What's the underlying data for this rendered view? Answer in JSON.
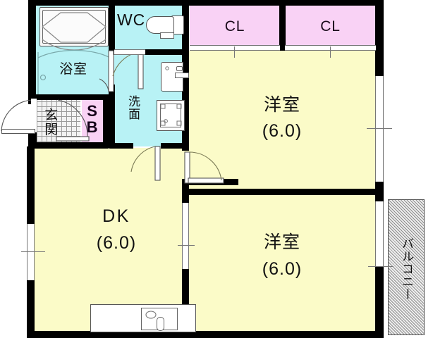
{
  "plan": {
    "title": "Japanese apartment floor plan",
    "palette": {
      "room_yellow": "#fbfbc8",
      "wet_cyan": "#b8f2f5",
      "closet_pink": "#f9d2f5",
      "entrance_gray": "#f2f2f2",
      "balcony_gray": "#eeeeee",
      "wall_black": "#000000",
      "text_dark": "#111111"
    },
    "rooms": [
      {
        "id": "bath",
        "label": "浴室",
        "area": "",
        "fill": "wet_cyan"
      },
      {
        "id": "wc",
        "label": "WC",
        "area": "",
        "fill": "wet_cyan"
      },
      {
        "id": "washroom",
        "label": "洗面",
        "area": "",
        "fill": "wet_cyan"
      },
      {
        "id": "entrance",
        "label": "玄関",
        "area": "",
        "fill": "entrance_gray"
      },
      {
        "id": "shoebox",
        "label": "SB",
        "area": "",
        "fill": "closet_pink"
      },
      {
        "id": "closet1",
        "label": "CL",
        "area": "",
        "fill": "closet_pink"
      },
      {
        "id": "closet2",
        "label": "CL",
        "area": "",
        "fill": "closet_pink"
      },
      {
        "id": "western1",
        "label": "洋室",
        "area": "(6.0)",
        "fill": "room_yellow"
      },
      {
        "id": "western2",
        "label": "洋室",
        "area": "(6.0)",
        "fill": "room_yellow"
      },
      {
        "id": "dk",
        "label": "DK",
        "area": "(6.0)",
        "fill": "room_yellow"
      },
      {
        "id": "balcony",
        "label": "バルコニー",
        "area": "",
        "fill": "balcony_gray"
      }
    ],
    "labels": {
      "bath": "浴室",
      "wc": "WC",
      "washroom_line1": "洗",
      "washroom_line2": "面",
      "entrance_line1": "玄",
      "entrance_line2": "関",
      "shoebox": "SB",
      "closet_left": "CL",
      "closet_right": "CL",
      "western_top_name": "洋室",
      "western_top_area": "(6.0)",
      "western_bottom_name": "洋室",
      "western_bottom_area": "(6.0)",
      "dk_name": "DK",
      "dk_area": "(6.0)",
      "balcony": "バルコニー"
    },
    "fixtures": [
      {
        "name": "bathtub",
        "room": "bath"
      },
      {
        "name": "toilet",
        "room": "wc"
      },
      {
        "name": "vanity-sink",
        "room": "washroom"
      },
      {
        "name": "washing-machine",
        "room": "washroom"
      },
      {
        "name": "kitchen-counter",
        "room": "dk"
      },
      {
        "name": "kitchen-sink",
        "room": "dk"
      },
      {
        "name": "kitchen-faucet",
        "room": "dk"
      }
    ],
    "openings": [
      {
        "name": "entrance-door",
        "type": "swing-door"
      },
      {
        "name": "bath-door",
        "type": "swing-door"
      },
      {
        "name": "washroom-door",
        "type": "swing-door"
      },
      {
        "name": "dk-to-hall-door",
        "type": "swing-door"
      },
      {
        "name": "western-top-door",
        "type": "swing-door"
      },
      {
        "name": "closet-sliding-doors",
        "type": "sliding-door"
      },
      {
        "name": "dk-left-window",
        "type": "window"
      },
      {
        "name": "western-top-window",
        "type": "window"
      },
      {
        "name": "western-bottom-window",
        "type": "window"
      },
      {
        "name": "balcony-window",
        "type": "window"
      }
    ]
  }
}
